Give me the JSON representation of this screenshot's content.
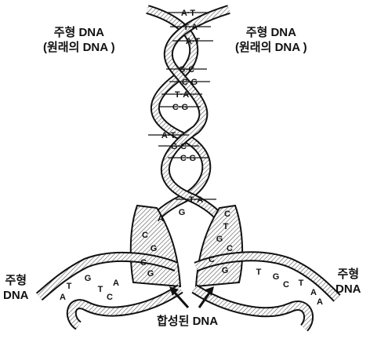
{
  "labels": {
    "template_left": [
      "주형 DNA",
      "(원래의 DNA )"
    ],
    "template_right": [
      "주형 DNA",
      "(원래의 DNA )"
    ],
    "template_bottom_left": [
      "주형",
      "DNA"
    ],
    "template_bottom_right": [
      "주형",
      "DNA"
    ],
    "synthesized": "합성된 DNA"
  },
  "base_pairs": {
    "top": [
      "A·T",
      "T·A",
      "A·T",
      "G·C",
      "C·G",
      "T·A",
      "C·G",
      "A·T",
      "G·C",
      "C·G",
      "T·A"
    ],
    "fork_left_strand": [
      "A",
      "G",
      "C",
      "G",
      "C",
      "G"
    ],
    "fork_right_strand": [
      "C",
      "T",
      "G",
      "C",
      "C",
      "G"
    ],
    "lower_left": [
      "T",
      "G",
      "T",
      "A",
      "C",
      "A"
    ],
    "lower_right": [
      "T",
      "G",
      "C",
      "T",
      "A",
      "A"
    ]
  },
  "colors": {
    "ink": "#111111",
    "hatch": "#555555",
    "paper": "#ffffff"
  }
}
